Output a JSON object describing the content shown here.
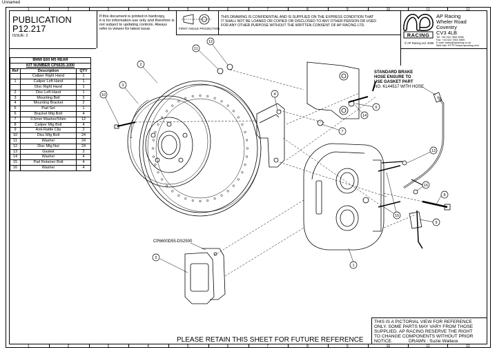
{
  "window_title": "Unnamed",
  "header": {
    "publication": "PUBLICATION",
    "number": "P12.217",
    "issue": "ISSUE: 2",
    "notice_lines": [
      "If this document is printed in hardcopy,",
      "it is for information use only and therefore is",
      "not subject to updating controls. Always",
      "refer to viewer for latest issue."
    ],
    "projection_label": "FIRST ANGLE PROJECTION",
    "confidential_lines": [
      "THIS DRAWING IS CONFIDENTIAL AND IS SUPPLIED ON THE EXPRESS CONDITION THAT",
      "IT SHALL NOT BE LOANED OR COPIED OR DISCLOSED TO ANY OTHER PERSON OR USED",
      "FOR ANY OTHER PURPOSE WITHOUT THE WRITTEN CONSENT OF AP RACING LTD."
    ],
    "logo_text": "AP RACING",
    "copyright": "© AP Racing Ltd. 2005",
    "company": {
      "name": "AP Racing",
      "address_lines": [
        "Wheler Road",
        "Coventry",
        "CV3 4LB"
      ],
      "contact_lines": [
        "Tel: +44 024 7663 9595",
        "Fax: +44 024 7663 9559",
        "E-mail: sales@apracing.co.uk",
        "Web site: HTTP://www.apracing.com"
      ]
    }
  },
  "border": {
    "top_numbers": [
      "1",
      "2",
      "3",
      "4",
      "5",
      "6",
      "7",
      "8",
      "9",
      "10",
      "11",
      "12"
    ],
    "bottom_numbers": [
      "1",
      "2",
      "3",
      "4",
      "5",
      "6",
      "7",
      "8",
      "9",
      "10",
      "11",
      "12"
    ]
  },
  "parts_table": {
    "title_lines": [
      "BMW E60 M5 REAR",
      "KIT NUMBER CP6635-1000"
    ],
    "columns": [
      "Ref",
      "Description",
      "QTY"
    ],
    "rows": [
      [
        "",
        "Caliper Right Hand",
        "1"
      ],
      [
        "1",
        "Caliper Left Hand",
        "1"
      ],
      [
        "",
        "Disc Right Hand",
        "1"
      ],
      [
        "2",
        "Disc Left Hand",
        "1"
      ],
      [
        "3",
        "Mounting Bell",
        "2"
      ],
      [
        "4",
        "Mounting Bracket",
        "2"
      ],
      [
        "5",
        "Pad Set",
        "1"
      ],
      [
        "6",
        "Bracket Mtg Bolt",
        "4"
      ],
      [
        "7",
        "0.5mm Washer/Shim",
        "12"
      ],
      [
        "8",
        "Caliper Mtg Bolt",
        "4"
      ],
      [
        "9",
        "Anti-Rattle Clip",
        "2"
      ],
      [
        "10",
        "Disc Mtg Bolt",
        "24"
      ],
      [
        "11",
        "Washer",
        "24"
      ],
      [
        "12",
        "Disc Mtg Nut",
        "24"
      ],
      [
        "13",
        "Gasket",
        "2"
      ],
      [
        "14",
        "Washer",
        "4"
      ],
      [
        "15",
        "Pad Retainer Bolt",
        "4"
      ],
      [
        "16",
        "Washer",
        "4"
      ]
    ]
  },
  "callouts": [
    "1",
    "2",
    "3",
    "4",
    "5",
    "6",
    "7",
    "8",
    "9",
    "10",
    "11",
    "12",
    "13",
    "14",
    "15",
    "16"
  ],
  "hose_note_lines": [
    "STANDARD BRAKE",
    "HOSE ENSURE TO",
    "USE GASKET PART",
    "NO. KL44517 WITH HOSE"
  ],
  "pad_label": "CP6600D55-DS2500",
  "footer": {
    "retain": "PLEASE RETAIN THIS SHEET FOR FUTURE REFERENCE",
    "pictorial_lines": [
      "THIS IS A PICTORIAL VIEW FOR REFERENCE",
      "ONLY. SOME PARTS MAY VARY FROM THOSE",
      "SUPPLIED. AP RACING RESERVE THE RIGHT",
      "TO CHANGE COMPONENTS WITHOUT PRIOR",
      "NOTICE."
    ],
    "drawn_by": "DRAWN : Suzie Wallace"
  }
}
